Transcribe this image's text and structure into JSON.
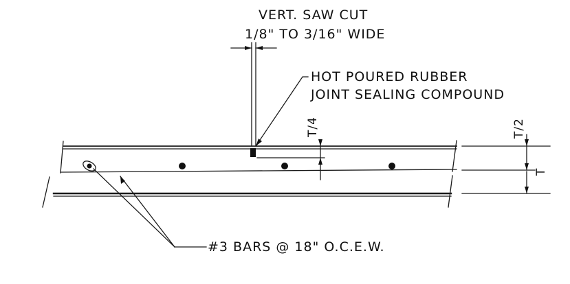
{
  "labels": {
    "saw_cut_line1": "VERT. SAW CUT",
    "saw_cut_line2": "1/8\" TO 3/16\" WIDE",
    "sealant_line1": "HOT POURED RUBBER",
    "sealant_line2": "JOINT SEALING COMPOUND",
    "quarter_depth": "T/4",
    "half_depth": "T/2",
    "thickness": "T",
    "bars_note": "#3 BARS @ 18\" O.C.E.W."
  },
  "colors": {
    "ink": "#111111",
    "paper": "#ffffff"
  }
}
